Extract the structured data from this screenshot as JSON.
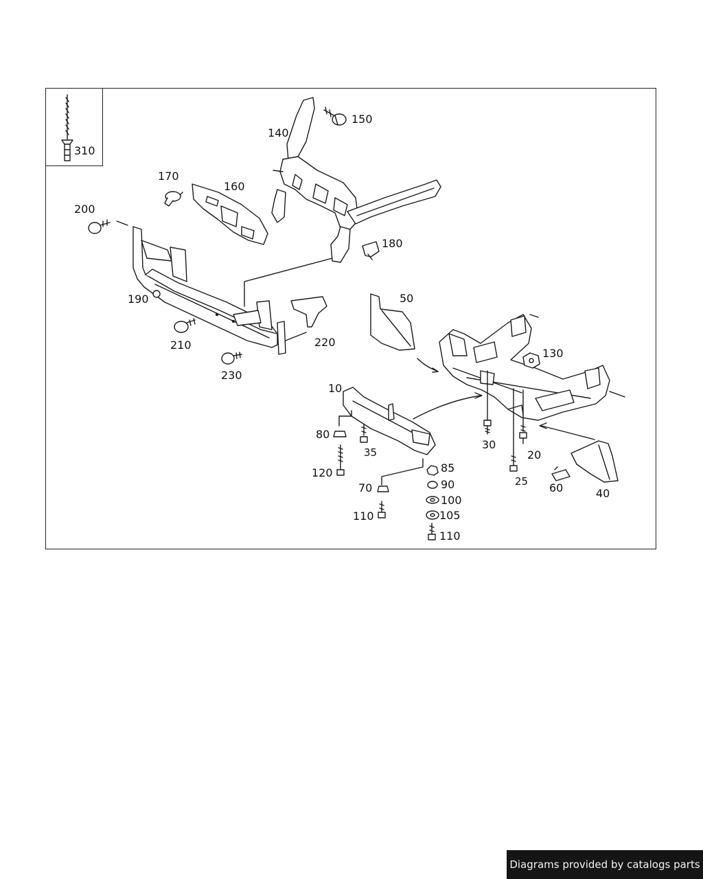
{
  "diagram": {
    "callouts": {
      "c310": "310",
      "c150": "150",
      "c140": "140",
      "c170": "170",
      "c160": "160",
      "c200": "200",
      "c180": "180",
      "c190": "190",
      "c50": "50",
      "c130": "130",
      "c210": "210",
      "c220": "220",
      "c230": "230",
      "c10": "10",
      "c80": "80",
      "c35": "35",
      "c30": "30",
      "c20": "20",
      "c120": "120",
      "c85": "85",
      "c90": "90",
      "c70": "70",
      "c25": "25",
      "c60": "60",
      "c40": "40",
      "c100": "100",
      "c105": "105",
      "c110a": "110",
      "c110b": "110"
    }
  },
  "footer": {
    "credit": "Diagrams provided by catalogs parts"
  }
}
